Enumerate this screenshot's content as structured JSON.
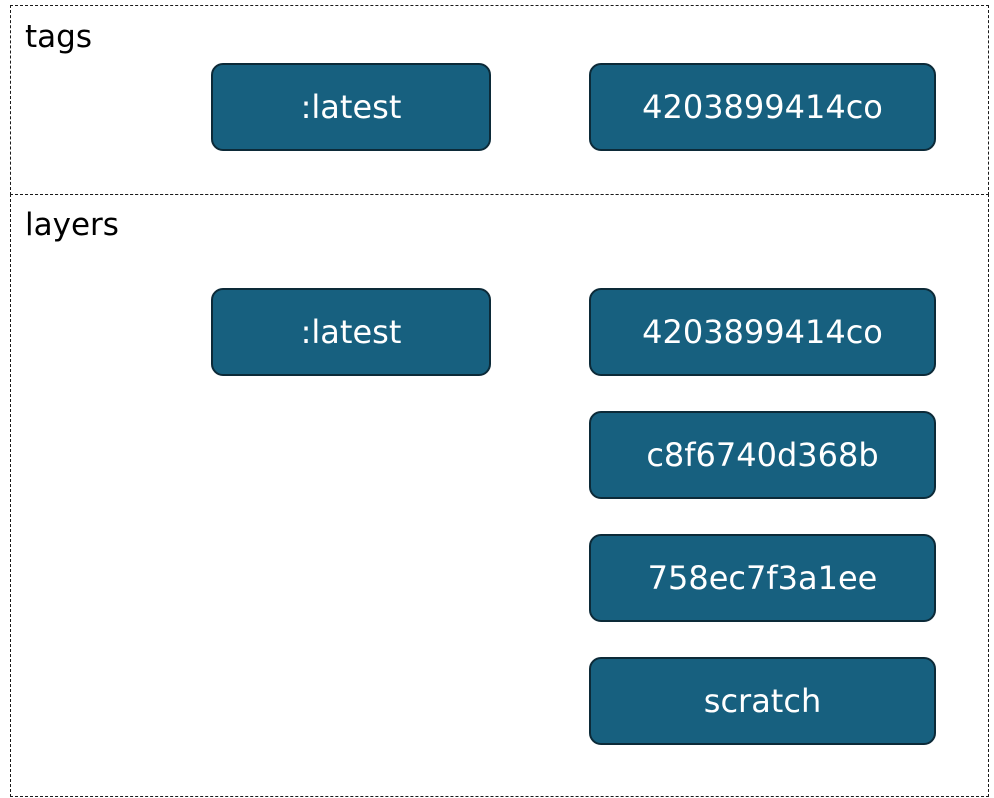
{
  "groups": {
    "tags": {
      "label": "tags",
      "nodes": [
        ":latest",
        "4203899414co"
      ]
    },
    "layers": {
      "label": "layers",
      "nodes": [
        ":latest",
        "4203899414co",
        "c8f6740d368b",
        "758ec7f3a1ee",
        "scratch"
      ]
    }
  },
  "colors": {
    "node_fill": "#17607f",
    "node_border": "#0c2a38",
    "node_text": "#ffffff",
    "group_border": "#1a1a1a"
  }
}
